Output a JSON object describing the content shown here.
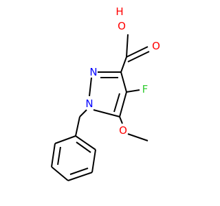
{
  "atoms": {
    "hydroxyl_h": "H",
    "hydroxyl_o": "O",
    "carbonyl_o": "O",
    "ring_n2": "N",
    "ring_n1": "N",
    "fluorine": "F",
    "methoxy_o": "O"
  },
  "colors": {
    "bond": "#000000",
    "oxygen": "#ff0000",
    "nitrogen": "#0000ff",
    "fluorine": "#33cc33",
    "background": "#ffffff"
  }
}
